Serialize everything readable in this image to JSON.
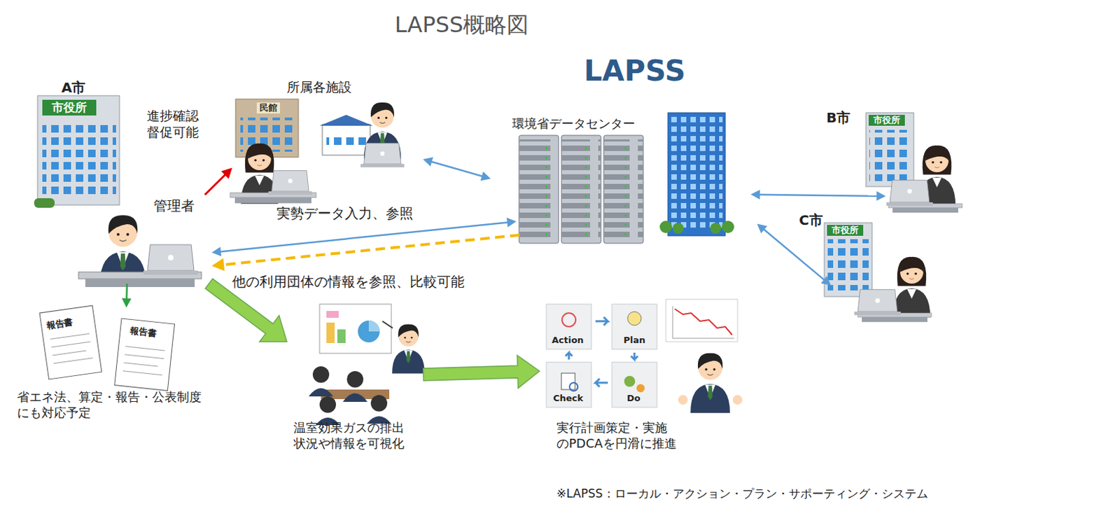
{
  "diagram": {
    "title": "LAPSS概略図",
    "caption": "※LAPSS：ローカル・アクション・プラン・サポーティング・システム",
    "nodes": [
      {
        "text": [
          "A市"
        ]
      },
      {
        "text": [
          "管理者"
        ],
        "in": 0
      },
      {
        "text": [
          "所属各施設"
        ],
        "in": 0
      },
      {
        "text": [
          "LAPSS",
          "環境省データセンター"
        ]
      },
      {
        "text": [
          "B市"
        ]
      },
      {
        "text": [
          "C市"
        ]
      },
      {
        "text": [
          "省エネ法、算定・報告・公表制度 にも対応予定"
        ]
      },
      {
        "text": [
          "温室効果ガスの排出 状況や情報を可視化"
        ]
      },
      {
        "text": [
          "実行計画策定・実施 のPDCAを円滑に推進"
        ]
      }
    ],
    "edges": [
      {
        "from": 2,
        "to": 3,
        "arrow": "both"
      },
      {
        "from": 3,
        "to": 1,
        "label": "実勢データ入力、参照",
        "arrow": "both"
      },
      {
        "from": 3,
        "to": 1,
        "label": "他の利用団体の情報を参照、比較可能",
        "arrow": "to"
      },
      {
        "from": 1,
        "to": 2,
        "label": "進捗確認 督促可能",
        "arrow": "to"
      },
      {
        "from": 3,
        "to": 4,
        "arrow": "both"
      },
      {
        "from": 3,
        "to": 5,
        "arrow": "both"
      },
      {
        "from": 1,
        "to": 6,
        "arrow": "to"
      },
      {
        "from": 1,
        "to": 7,
        "arrow": "to"
      },
      {
        "from": 7,
        "to": 8,
        "arrow": "to"
      }
    ],
    "labels": [
      "市役所",
      "民館",
      "市役所",
      "市役所",
      "報告書",
      "報告書",
      "Action",
      "Plan",
      "Check",
      "Do"
    ]
  }
}
